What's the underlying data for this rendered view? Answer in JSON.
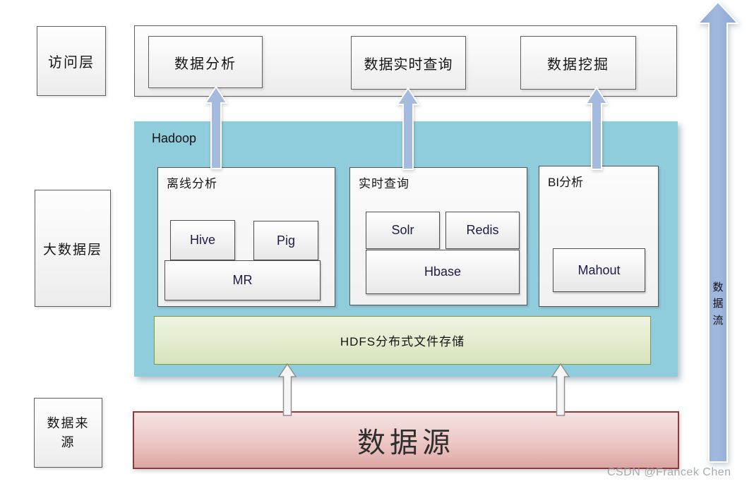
{
  "left_column": {
    "access_label": "访问层",
    "bigdata_label": "大数据层",
    "source_label": "数据来源"
  },
  "access_layer": {
    "items": [
      "数据分析",
      "数据实时查询",
      "数据挖掘"
    ]
  },
  "hadoop": {
    "title": "Hadoop",
    "groups": [
      {
        "title": "离线分析",
        "items": [
          "Hive",
          "Pig",
          "MR"
        ]
      },
      {
        "title": "实时查询",
        "items": [
          "Solr",
          "Redis",
          "Hbase"
        ]
      },
      {
        "title": "BI分析",
        "items": [
          "Mahout"
        ]
      }
    ],
    "hdfs_label": "HDFS分布式文件存储"
  },
  "source_box": "数据源",
  "flow_label": "数据流",
  "watermark": "CSDN @Francek Chen",
  "colors": {
    "hadoop_bg": "#8FCDDC",
    "hdfs_bg": "#E3ECCE",
    "hdfs_border": "#7E9A44",
    "source_bg": "#ECC7C5",
    "source_border": "#8E3A38",
    "flow_arrow_blue": "#95AFD8",
    "link_arrow_blue": "#A5BBDE",
    "source_arrow_white": "#F6F6F6",
    "box_border_gray": "#5F5F5F"
  }
}
